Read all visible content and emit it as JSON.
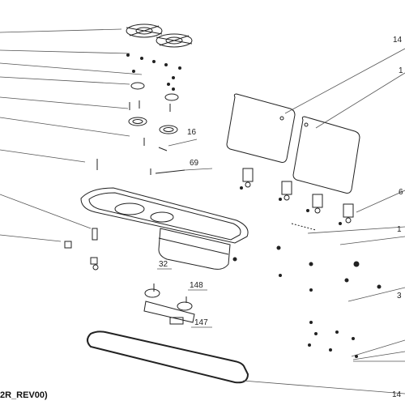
{
  "diagram": {
    "caption": "2R_REV00)",
    "callouts": {
      "c16": "16",
      "c69": "69",
      "c32": "32",
      "c148": "148",
      "c147": "147",
      "c14_top": "14",
      "c1_right": "1",
      "c6_right": "6",
      "c1_mid": "1",
      "c3_right": "3",
      "c14_bottom": "14"
    }
  }
}
